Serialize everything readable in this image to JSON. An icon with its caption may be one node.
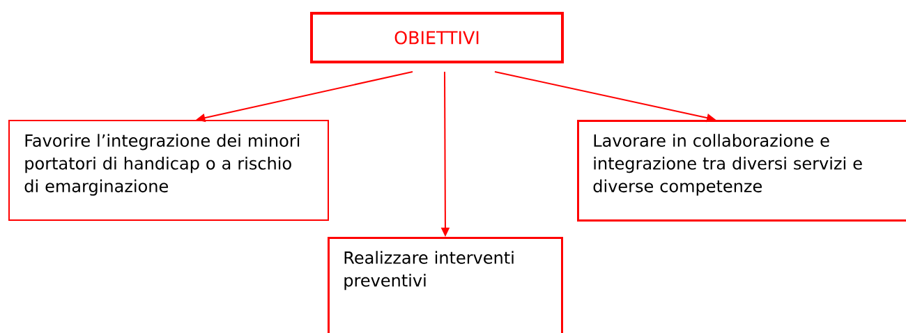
{
  "diagram": {
    "nodes": [
      {
        "text": [
          "OBIETTIVI"
        ]
      },
      {
        "text": [
          "Favorire l’integrazione dei minori portatori di handicap o a rischio di emarginazione"
        ]
      },
      {
        "text": [
          "Realizzare interventi preventivi"
        ]
      },
      {
        "text": [
          "Lavorare in collaborazione e integrazione tra diversi servizi e diverse competenze"
        ]
      }
    ],
    "edges": [
      {
        "from": 0,
        "to": 1,
        "arrow": "to"
      },
      {
        "from": 0,
        "to": 2,
        "arrow": "to"
      },
      {
        "from": 0,
        "to": 3,
        "arrow": "to"
      }
    ]
  }
}
